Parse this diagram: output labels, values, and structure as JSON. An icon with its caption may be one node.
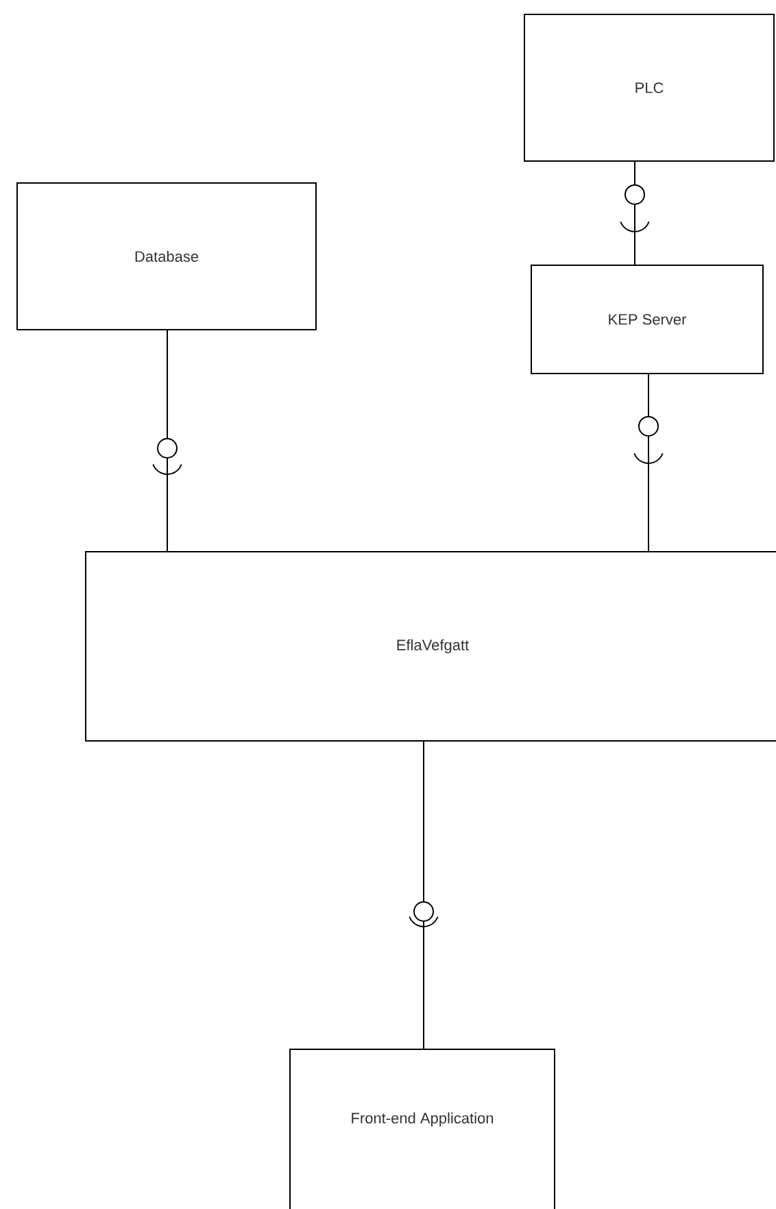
{
  "diagram": {
    "nodes": [
      {
        "text": [
          "PLC"
        ]
      },
      {
        "text": [
          "Database"
        ]
      },
      {
        "text": [
          "KEP Server"
        ]
      },
      {
        "text": [
          "EflaVefgatt"
        ]
      },
      {
        "text": [
          "Front-end Application"
        ]
      }
    ],
    "edges": [
      {
        "from": 0,
        "to": 2,
        "arrow": "none"
      },
      {
        "from": 1,
        "to": 3,
        "arrow": "none"
      },
      {
        "from": 2,
        "to": 3,
        "arrow": "none"
      },
      {
        "from": 3,
        "to": 4,
        "arrow": "none"
      }
    ]
  }
}
